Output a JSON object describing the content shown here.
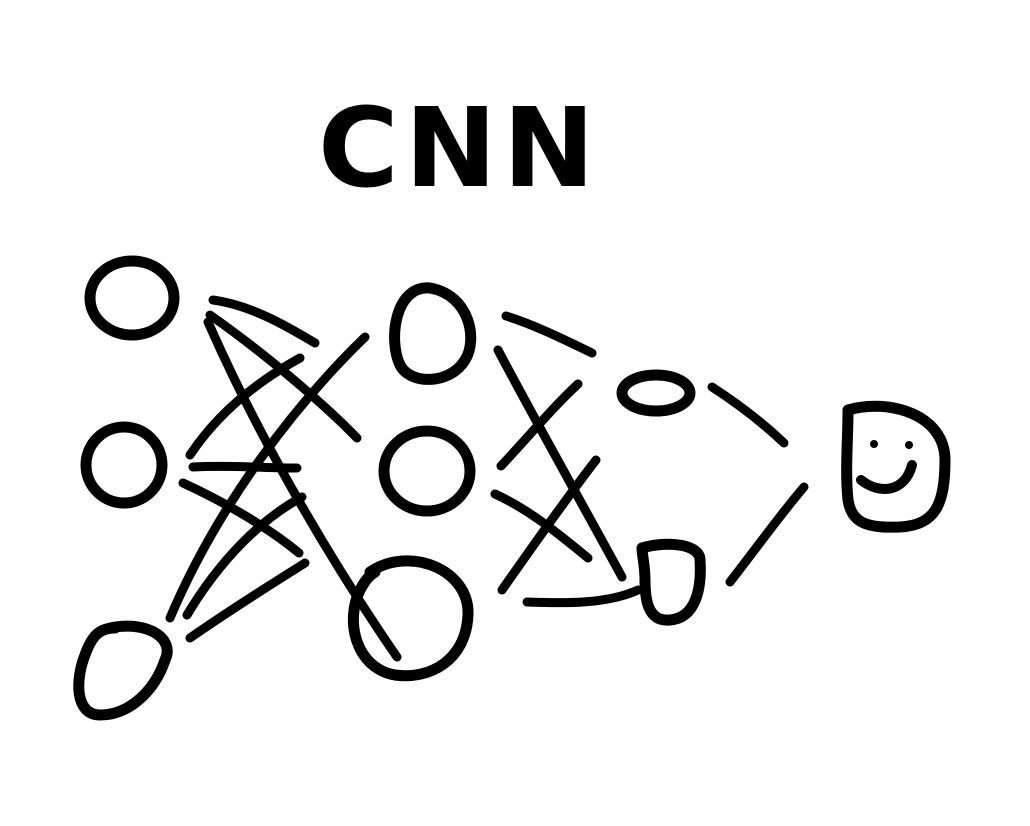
{
  "diagram": {
    "title": "CNN",
    "colors": {
      "background": "#ffffff",
      "ink": "#000000"
    },
    "layers": [
      {
        "id": "input",
        "node_count": 3
      },
      {
        "id": "hidden-1",
        "node_count": 3
      },
      {
        "id": "hidden-2",
        "node_count": 2
      },
      {
        "id": "output",
        "node_count": 1,
        "icon": "smiley-face-icon"
      }
    ],
    "connections": "fully-connected"
  }
}
